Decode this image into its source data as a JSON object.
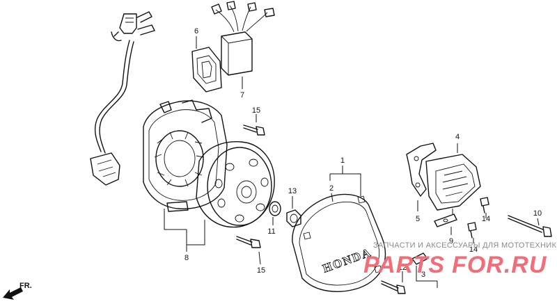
{
  "diagram": {
    "direction_label": "FR.",
    "brand_mark": "HONDA",
    "callouts": {
      "c1": "1",
      "c2": "2",
      "c3": "3",
      "c4": "4",
      "c5": "5",
      "c6": "6",
      "c7": "7",
      "c8": "8",
      "c9": "9",
      "c10": "10",
      "c11": "11",
      "c12": "12",
      "c13": "13",
      "c14a": "14",
      "c14b": "14",
      "c15a": "15",
      "c15b": "15"
    }
  },
  "watermark": {
    "caption": "ЗАПЧАСТИ И АКСЕССУАРЫ ДЛЯ МОТОТЕХНИКИ",
    "logo_text_a": "PARTS",
    "logo_text_b": "FOR.RU",
    "logo_color": "#f26d78"
  }
}
